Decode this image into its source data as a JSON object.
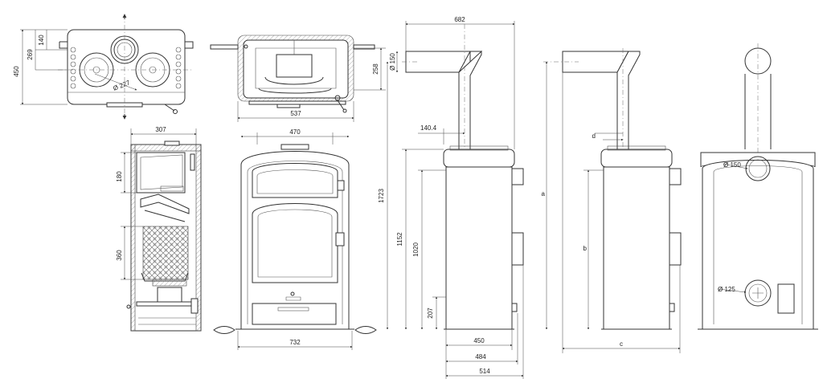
{
  "dimensions": {
    "top_width_top": "140",
    "top_depth_inner": "269",
    "top_depth_total": "450",
    "plate_diameter": "Ø 227",
    "section_top_width": "537",
    "section_top_height": "258",
    "side_section_depth": "307",
    "side_section_top_h": "180",
    "side_section_fire_h": "360",
    "front_width_top": "470",
    "front_width_base": "732",
    "flue_horizontal": "682",
    "flue_diameter": "Ø 150",
    "flue_offset": "140.4",
    "total_height": "1723",
    "flue_center_height": "1152",
    "body_height": "1020",
    "base_height": "207",
    "depth_450": "450",
    "depth_484": "484",
    "depth_514": "514",
    "param_a": "a",
    "param_b": "b",
    "param_c": "c",
    "param_d": "d",
    "rear_flue_diameter": "Ø 150",
    "rear_inlet_diameter": "Ø 125"
  }
}
